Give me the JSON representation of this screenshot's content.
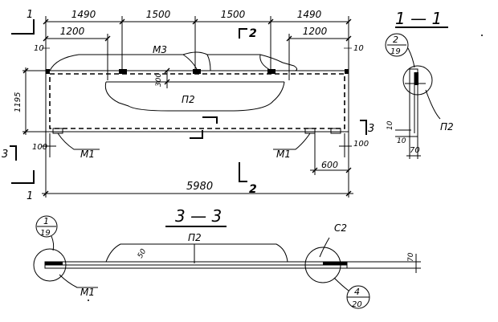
{
  "plan": {
    "top_dims": [
      "1490",
      "1500",
      "1500",
      "1490"
    ],
    "second_dims": [
      "1200",
      "1200"
    ],
    "edge_dims": [
      "10",
      "10"
    ],
    "left_dim": "1195",
    "inner_dim": "300",
    "bottom_edge_dims": [
      "100",
      "100"
    ],
    "dim_600": "600",
    "overall_dim": "5980",
    "labels": {
      "m3": "М3",
      "p2": "П2",
      "m1_left": "М1",
      "m1_right": "М1"
    },
    "section_marks": {
      "s1_top": "1",
      "s1_bottom": "1",
      "s2_top": "2",
      "s2_bottom": "2",
      "s3_left": "3",
      "s3_right": "3"
    }
  },
  "section_1_1": {
    "title": "1 — 1",
    "callout_num": "2",
    "callout_sheet": "19",
    "label_p2": "П2",
    "dim_10a": "10",
    "dim_10b": "10",
    "dim_70": "70"
  },
  "section_3_3": {
    "title": "3 — 3",
    "label_p2": "П2",
    "dim_50": "50",
    "dim_70": "70",
    "label_c2": "С2",
    "label_m1": "М1",
    "callout_left_num": "1",
    "callout_left_sheet": "19",
    "callout_right_num": "4",
    "callout_right_sheet": "20"
  }
}
